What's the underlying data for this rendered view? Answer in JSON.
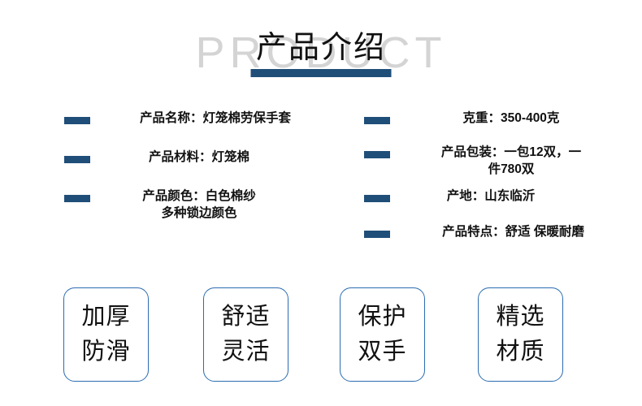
{
  "header": {
    "watermark": "PRODUCT",
    "title": "产品介绍",
    "accent_color": "#1f4e79",
    "watermark_color": "#d4d4d4"
  },
  "specs": {
    "bullet_color": "#1f4e79",
    "left_column": [
      {
        "label": "产品名称",
        "value": "灯笼棉劳保手套",
        "text": "产品名称：灯笼棉劳保手套"
      },
      {
        "label": "产品材料",
        "value": "灯笼棉",
        "text": "产品材料：灯笼棉"
      },
      {
        "label": "产品颜色",
        "value": "白色棉纱 多种锁边颜色",
        "text": "产品颜色：白色棉纱\n多种锁边颜色"
      }
    ],
    "right_column": [
      {
        "label": "克重",
        "value": "350-400克",
        "text": "克重：350-400克"
      },
      {
        "label": "产品包装",
        "value": "一包12双，一件780双",
        "text": "产品包装：一包12双，一\n件780双"
      },
      {
        "label": "产地",
        "value": "山东临沂",
        "text": "产地：山东临沂"
      },
      {
        "label": "产品特点",
        "value": "舒适 保暖耐磨",
        "text": "产品特点：舒适 保暖耐磨"
      }
    ]
  },
  "features": {
    "border_color": "#2b6cb0",
    "boxes": [
      {
        "line1": "加厚",
        "line2": "防滑"
      },
      {
        "line1": "舒适",
        "line2": "灵活"
      },
      {
        "line1": "保护",
        "line2": "双手"
      },
      {
        "line1": "精选",
        "line2": "材质"
      }
    ]
  }
}
